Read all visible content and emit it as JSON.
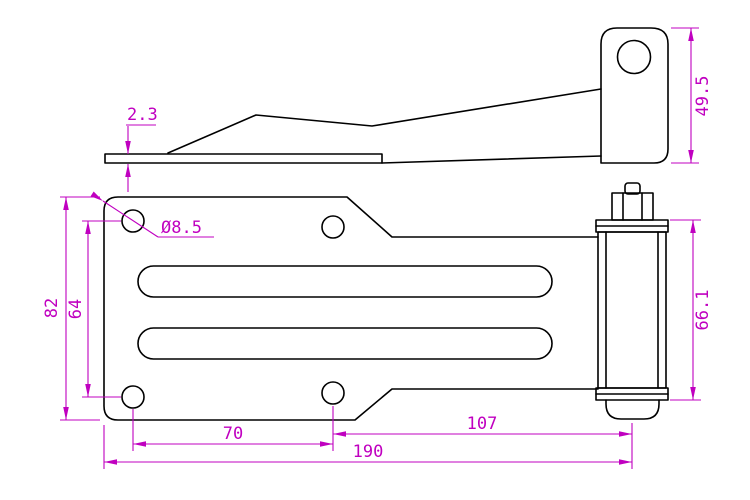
{
  "colors": {
    "background": "#ffffff",
    "outline": "#000000",
    "dimension": "#c000c0"
  },
  "dimensions": {
    "plate_thickness": "2.3",
    "bracket_height": "49.5",
    "hole_diameter": "Ø8.5",
    "plate_height": "82",
    "hole_spacing_vertical": "64",
    "barrel_height": "66.1",
    "hole_spacing_horizontal": "70",
    "hole_to_pin": "107",
    "overall_length": "190"
  }
}
